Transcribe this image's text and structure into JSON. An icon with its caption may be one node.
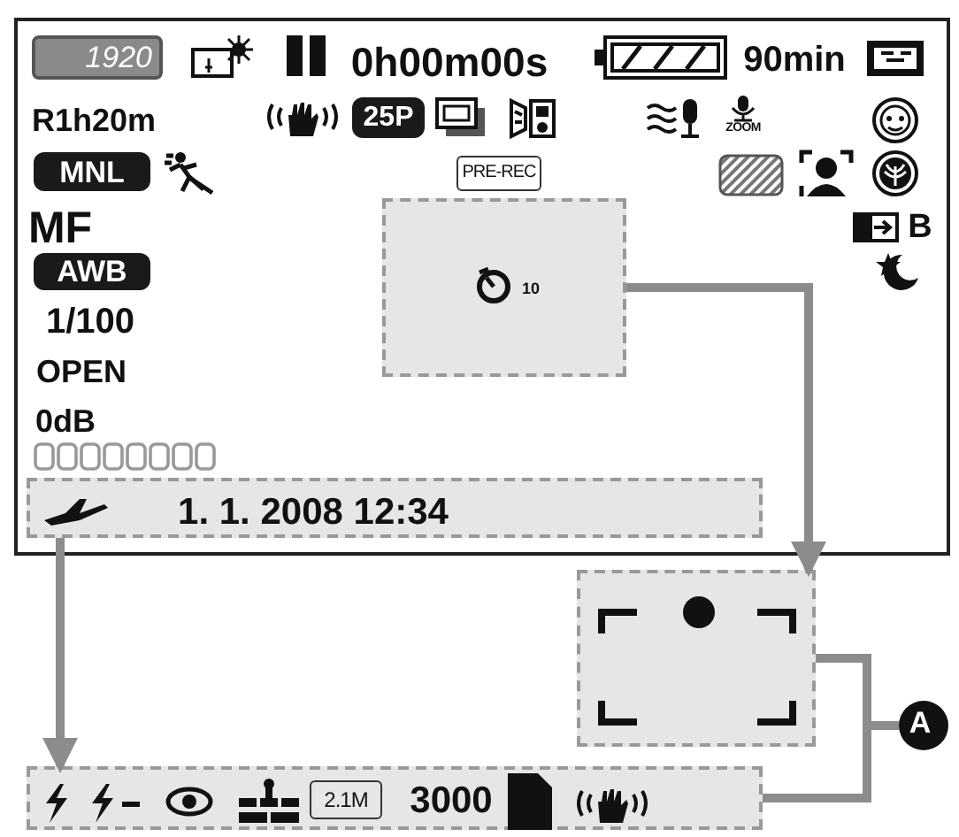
{
  "diagram": {
    "nodes": [
      {
        "text": [],
        "shape": "box"
      },
      {
        "text": [
          "10"
        ],
        "in": 0
      },
      {
        "text": [
          "1. 1. 2008 12:34"
        ],
        "in": 0
      },
      {
        "text": [],
        "shape": "box"
      },
      {
        "text": [
          "2.1M",
          "3000"
        ]
      },
      {
        "text": [
          "A"
        ]
      }
    ],
    "edges": [
      {
        "from": 1,
        "to": 3,
        "arrow": "to"
      },
      {
        "from": 2,
        "to": 4,
        "arrow": "to"
      },
      {
        "from": 5,
        "to": 3,
        "arrow": "none"
      },
      {
        "from": 5,
        "to": 4,
        "arrow": "none"
      }
    ],
    "labels": [
      "1920",
      "0h00m00s",
      "90min",
      "R1h20m",
      "25P",
      "ZOOM",
      "MNL",
      "PRE-REC",
      "MF",
      "B",
      "AWB",
      "1/100",
      "OPEN",
      "0dB"
    ]
  }
}
